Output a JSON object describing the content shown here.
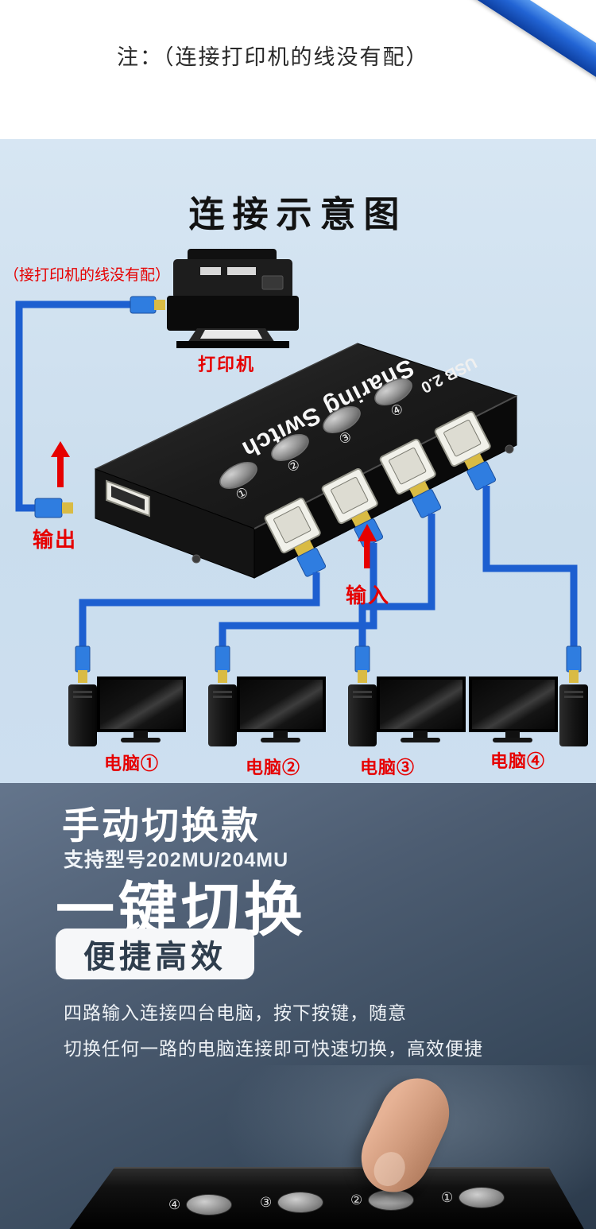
{
  "top": {
    "note": "注：（连接打印机的线没有配）"
  },
  "diagram": {
    "title": "连接示意图",
    "printer_note": "（接打印机的线没有配）",
    "printer_label": "打印机",
    "output_label": "输出",
    "input_label": "输入",
    "device": {
      "brand": "Sharing Switch",
      "usb_label": "USB 2.0",
      "buttons": [
        "①",
        "②",
        "③",
        "④"
      ]
    },
    "computers": [
      "电脑①",
      "电脑②",
      "电脑③",
      "电脑④"
    ]
  },
  "promo": {
    "heading": "手动切换款",
    "subheading": "支持型号202MU/204MU",
    "big_title": "一键切换",
    "badge": "便捷高效",
    "desc_line1": "四路输入连接四台电脑，按下按键，随意",
    "desc_line2": "切换任何一路的电脑连接即可快速切换，高效便捷"
  },
  "photo": {
    "buttons": [
      "④",
      "③",
      "②",
      "①"
    ]
  },
  "colors": {
    "accent_red": "#e60000",
    "cable_blue": "#1d5fd0",
    "diagram_bg": "#cfe0ee",
    "promo_bg_top": "#64758c",
    "promo_bg_bottom": "#2b3a4b"
  }
}
